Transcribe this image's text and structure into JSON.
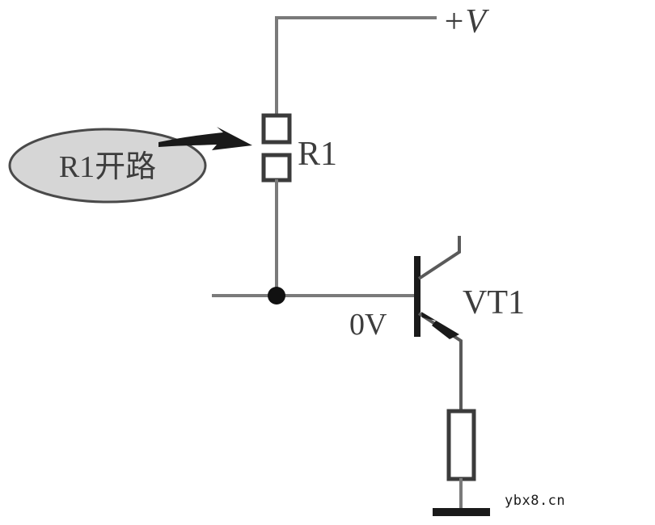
{
  "diagram": {
    "type": "circuit-schematic",
    "background_color": "#ffffff",
    "wire_color": "#7a7a7a",
    "component_color": "#3b3b3b",
    "callout": {
      "text": "R1开路",
      "fill_color": "#d6d6d6",
      "border_color": "#4a4a4a",
      "pointer": "arrow-right"
    },
    "labels": {
      "supply": "+V",
      "resistor_top": "R1",
      "node_voltage": "0V",
      "transistor": "VT1"
    },
    "components": [
      {
        "name": "R1",
        "kind": "resistor-open",
        "label": "R1",
        "note": "drawn as two separated squares indicating an open circuit"
      },
      {
        "name": "VT1",
        "kind": "transistor-pnp",
        "label": "VT1"
      },
      {
        "name": "load-resistor",
        "kind": "resistor",
        "label": ""
      },
      {
        "name": "ground",
        "kind": "ground-bar",
        "label": ""
      }
    ],
    "nodes": [
      {
        "name": "supply-rail",
        "label": "+V"
      },
      {
        "name": "base-node",
        "label": "0V"
      }
    ]
  },
  "watermark": {
    "text": "ybx8.cn"
  }
}
